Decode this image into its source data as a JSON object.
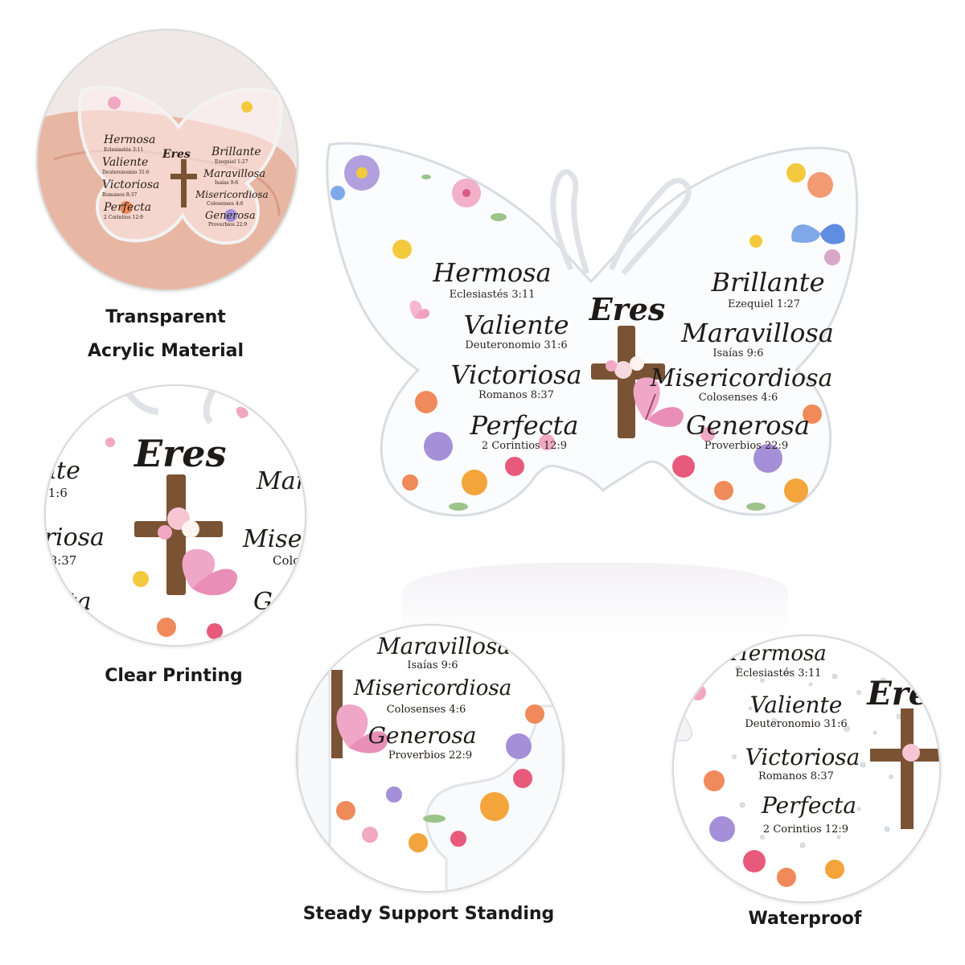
{
  "features": {
    "transparent_line1": "Transparent",
    "transparent_line2": "Acrylic Material",
    "clear": "Clear Printing",
    "steady": "Steady Support Standing",
    "waterproof": "Waterproof"
  },
  "plaque": {
    "title": "Eres",
    "left": [
      {
        "word": "Hermosa",
        "ref": "Eclesiastés 3:11"
      },
      {
        "word": "Valiente",
        "ref": "Deuteronomio 31:6"
      },
      {
        "word": "Victoriosa",
        "ref": "Romanos 8:37"
      },
      {
        "word": "Perfecta",
        "ref": "2 Corintios 12:9"
      }
    ],
    "right": [
      {
        "word": "Brillante",
        "ref": "Ezequiel 1:27"
      },
      {
        "word": "Maravillosa",
        "ref": "Isaías 9:6"
      },
      {
        "word": "Misericordiosa",
        "ref": "Colosenses 4:6"
      },
      {
        "word": "Generosa",
        "ref": "Proverbios 22:9"
      }
    ]
  },
  "colors": {
    "cross": "#7a5334",
    "pink": "#f2a7c3",
    "purple": "#a58fd8",
    "orange": "#f08a5a",
    "yellow": "#f3c93e",
    "blue": "#7fa8e8",
    "leaf": "#9cc48a"
  }
}
